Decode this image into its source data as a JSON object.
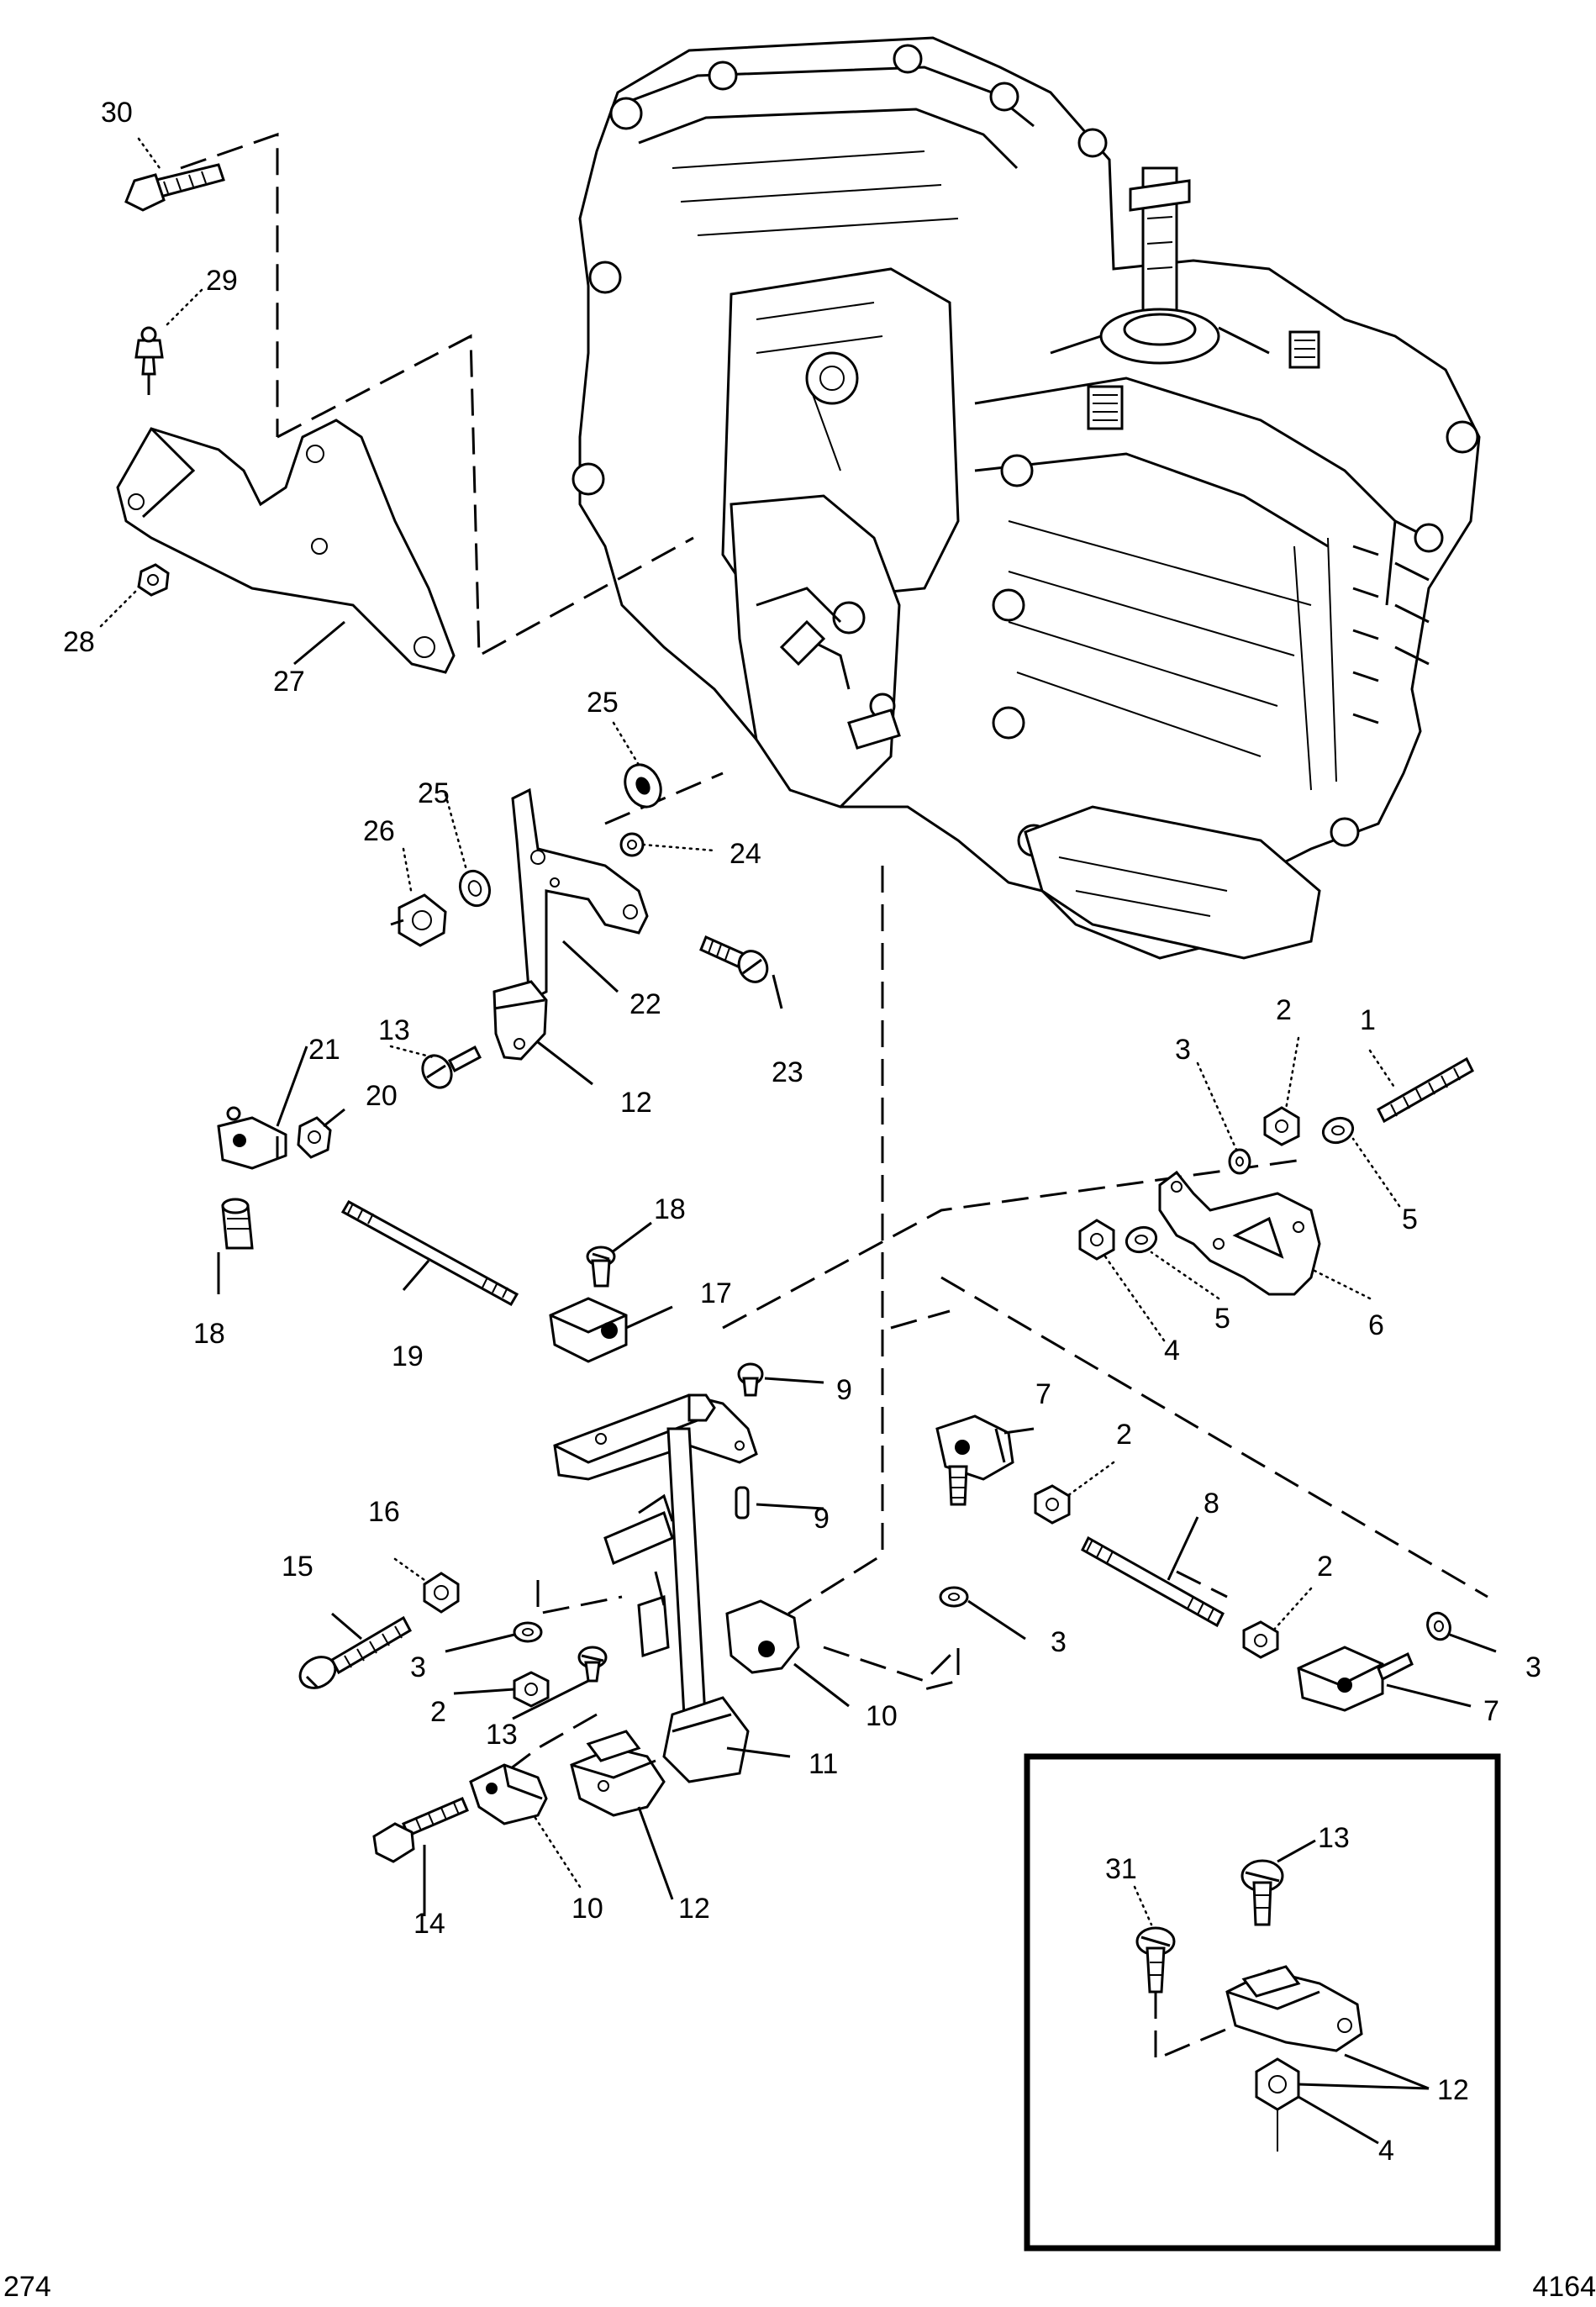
{
  "diagram": {
    "type": "exploded-parts-view",
    "callouts": {
      "c30": "30",
      "c29": "29",
      "c28": "28",
      "c27": "27",
      "c25a": "25",
      "c25b": "25",
      "c26": "26",
      "c24": "24",
      "c22": "22",
      "c23": "23",
      "c12a": "12",
      "c13a": "13",
      "c21": "21",
      "c20": "20",
      "c18a": "18",
      "c18b": "18",
      "c19": "19",
      "c17": "17",
      "c9a": "9",
      "c9b": "9",
      "c16": "16",
      "c15": "15",
      "c3a": "3",
      "c2a": "2",
      "c13b": "13",
      "c14": "14",
      "c10a": "10",
      "c12b": "12",
      "c11": "11",
      "c10b": "10",
      "c3b": "3",
      "c7a": "7",
      "c2b": "2",
      "c8": "8",
      "c2c": "2",
      "c3c": "3",
      "c7b": "7",
      "c1": "1",
      "c2d": "2",
      "c3d": "3",
      "c5a": "5",
      "c5b": "5",
      "c4a": "4",
      "c6": "6",
      "inset13": "13",
      "inset31": "31",
      "inset12": "12",
      "inset4": "4"
    }
  },
  "footer": {
    "left": "274",
    "right": "4164"
  }
}
